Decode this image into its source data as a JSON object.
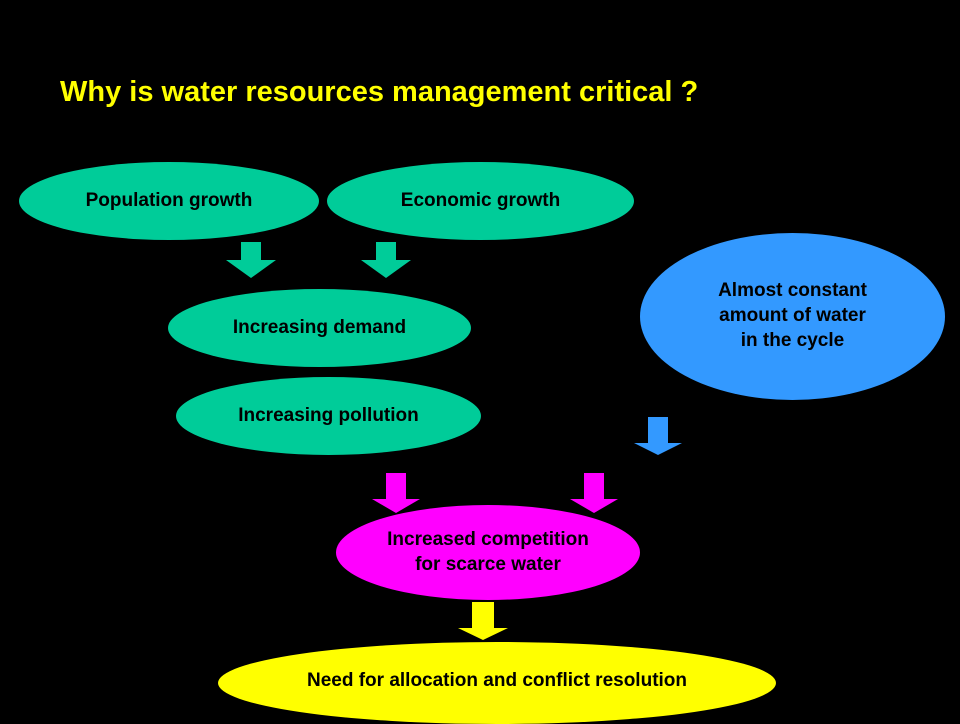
{
  "slide": {
    "title": "Why is water resources management critical ?"
  },
  "nodes": {
    "population_growth": "Population growth",
    "economic_growth": "Economic growth",
    "increasing_demand": "Increasing demand",
    "increasing_pollution": "Increasing pollution",
    "constant_water": "Almost constant\namount of water\nin the cycle",
    "increased_competition": "Increased competition\nfor scarce water",
    "need_allocation": "Need for allocation and conflict resolution"
  },
  "colors": {
    "background": "#000000",
    "title": "#FFFF00",
    "green": "#00CC99",
    "blue": "#3399FF",
    "magenta": "#FF00FF",
    "yellow": "#FFFF00"
  }
}
